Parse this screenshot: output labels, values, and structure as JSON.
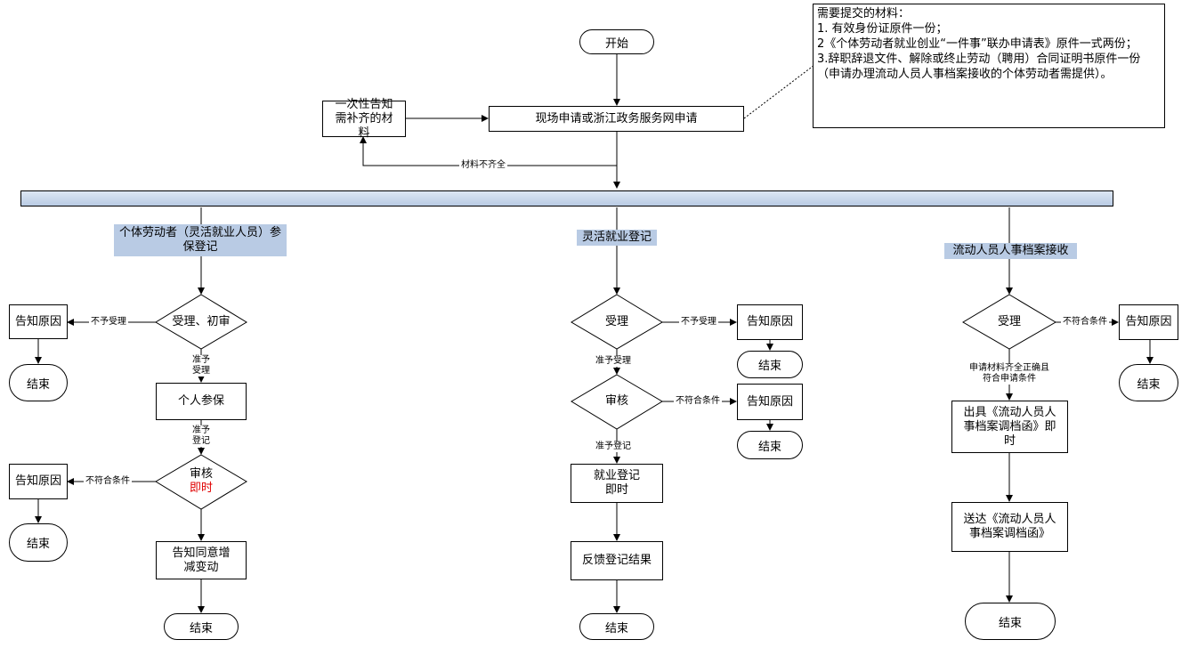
{
  "start": "开始",
  "apply": "现场申请或浙江政务服务网申请",
  "notify_supplement": "一次性告知需补齐的材料",
  "materials_incomplete": "材料不齐全",
  "note": {
    "title": "需要提交的材料：",
    "item1": "1. 有效身份证原件一份；",
    "item2": "2《个体劳动者就业创业“一件事”联办申请表》原件一式两份；",
    "item3": "3.辞职辞退文件、解除或终止劳动（聘用）合同证明书原件一份（申请办理流动人员人事档案接收的个体劳动者需提供）。"
  },
  "lanes": {
    "left": "个体劳动者（灵活就业人员）参保登记",
    "middle": "灵活就业登记",
    "right": "流动人员人事档案接收"
  },
  "left": {
    "d1": "受理、初审",
    "reject1": "不予受理",
    "notify1": "告知原因",
    "end1": "结束",
    "approve1": "准予受理",
    "personal_insurance": "个人参保",
    "approve2": "准予登记",
    "d2": "审核",
    "d2_sub": "即时",
    "reject2": "不符合条件",
    "notify2": "告知原因",
    "end2": "结束",
    "agree": "告知同意增减变动",
    "end3": "结束"
  },
  "middle": {
    "d1": "受理",
    "reject1": "不予受理",
    "notify1": "告知原因",
    "end1": "结束",
    "approve1": "准予受理",
    "d2": "审核",
    "reject2": "不符合条件",
    "notify2": "告知原因",
    "end2": "结束",
    "approve2": "准予登记",
    "register": "就业登记即时",
    "feedback": "反馈登记结果",
    "end3": "结束"
  },
  "right": {
    "d1": "受理",
    "reject1": "不符合条件",
    "notify1": "告知原因",
    "end1": "结束",
    "approve1": "申请材料齐全正确且符合申请条件",
    "issue": "出具《流动人员人事档案调档函》即时",
    "deliver": "送达《流动人员人事档案调档函》",
    "end2": "结束"
  }
}
